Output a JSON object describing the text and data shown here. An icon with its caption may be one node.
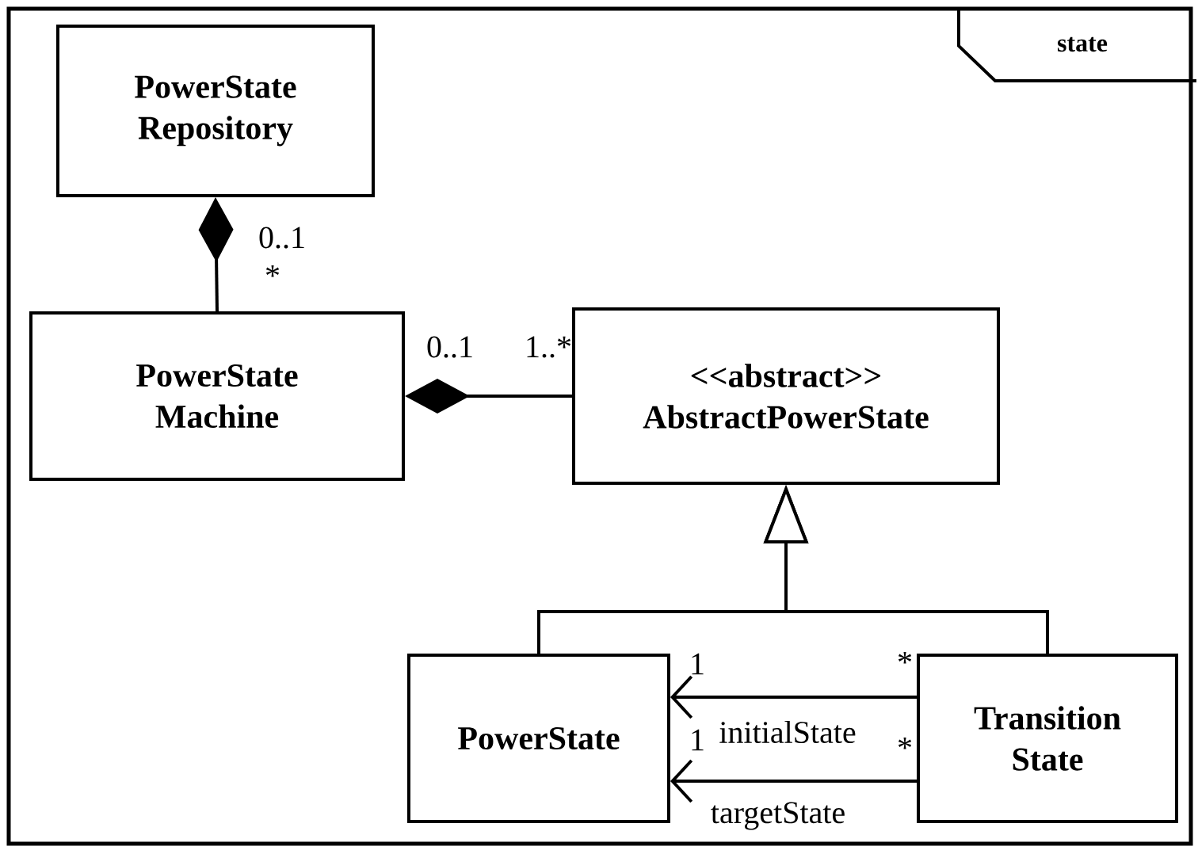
{
  "diagram": {
    "nodes": [
      {
        "text": [
          "state"
        ]
      },
      {
        "text": [
          "PowerState Repository"
        ],
        "in": 0
      },
      {
        "text": [
          "PowerState Machine"
        ],
        "in": 0
      },
      {
        "text": [
          "<<abstract>> AbstractPowerState"
        ],
        "in": 0
      },
      {
        "text": [
          "PowerState"
        ],
        "in": 0
      },
      {
        "text": [
          "Transition State"
        ],
        "in": 0
      }
    ],
    "edges": [
      {
        "from": 1,
        "to": 2,
        "arrow": "other"
      },
      {
        "from": 2,
        "to": 3,
        "arrow": "other"
      },
      {
        "from": 4,
        "to": 3,
        "arrow": "to"
      },
      {
        "from": 5,
        "to": 3,
        "arrow": "to"
      },
      {
        "from": 5,
        "to": 4,
        "arrow": "to",
        "label": "initialState"
      },
      {
        "from": 5,
        "to": 4,
        "arrow": "to",
        "label": "targetState"
      }
    ],
    "labels": [
      "0..1",
      "*",
      "0..1",
      "1..*",
      "1",
      "*",
      "1",
      "*"
    ]
  }
}
